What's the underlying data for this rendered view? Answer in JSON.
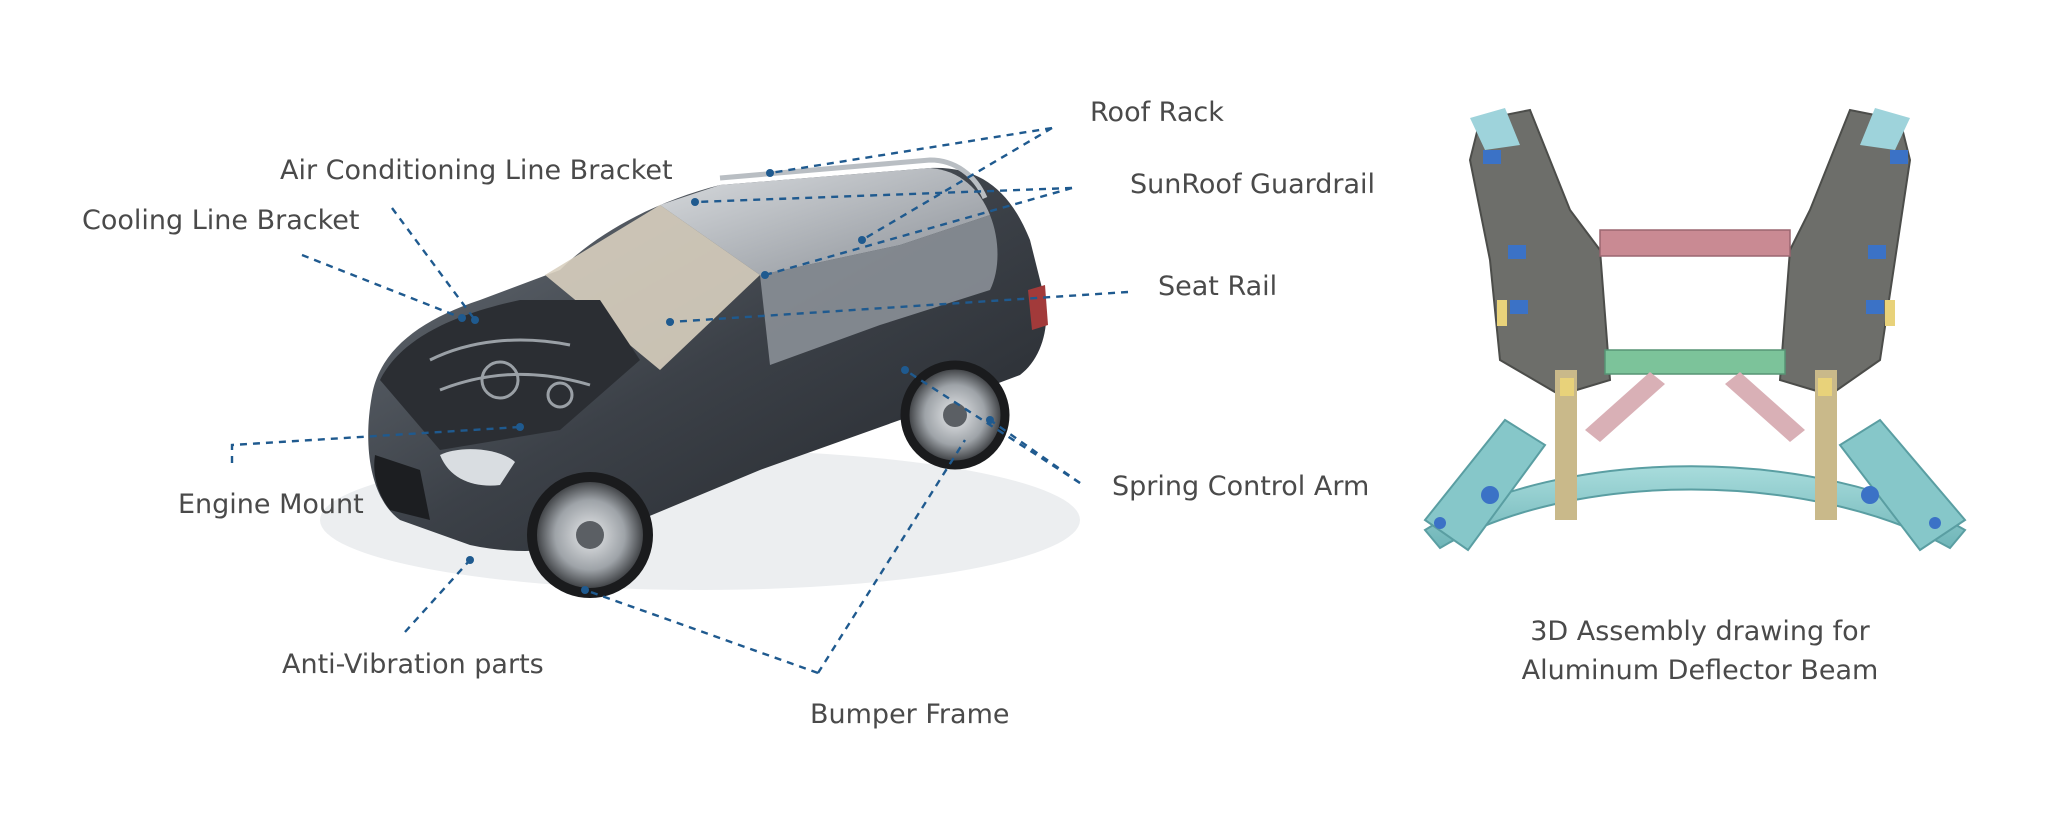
{
  "labels": {
    "roof_rack": "Roof Rack",
    "sunroof_guardrail": "SunRoof Guardrail",
    "seat_rail": "Seat Rail",
    "spring_control_arm": "Spring Control Arm",
    "bumper_frame": "Bumper Frame",
    "anti_vibration": "Anti-Vibration parts",
    "engine_mount": "Engine Mount",
    "cooling_line_bracket": "Cooling Line Bracket",
    "air_conditioning_bracket": "Air Conditioning Line Bracket"
  },
  "caption": {
    "line1": "3D Assembly drawing for",
    "line2": "Aluminum Deflector Beam"
  },
  "colors": {
    "leader": "#1f5a8f",
    "text": "#4a4a4a",
    "car_body": "#3c4148",
    "frame_gray": "#6d6e6a",
    "beam_blue": "#8fcfd1",
    "rail_pink": "#c98a93",
    "rail_green": "#7cc39a",
    "bolt_blue": "#3b72c6",
    "bracket_yellow": "#e8d27a"
  }
}
